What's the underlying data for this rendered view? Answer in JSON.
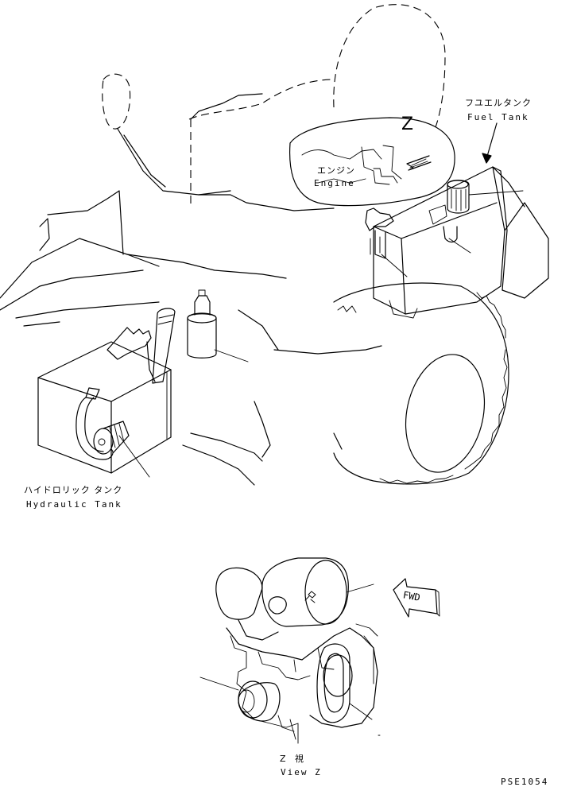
{
  "labels": {
    "fuel_tank_jp": "フユエルタンク",
    "fuel_tank_en": "Fuel Tank",
    "engine_jp": "エンジン",
    "engine_en": "Engine",
    "z_marker": "Z",
    "hydraulic_tank_jp": "ハイドロリック タンク",
    "hydraulic_tank_en": "Hydraulic Tank",
    "view_z_jp": "Z 視",
    "view_z_en": "View Z",
    "fwd": "FWD",
    "drawing_code": "PSE1054"
  }
}
